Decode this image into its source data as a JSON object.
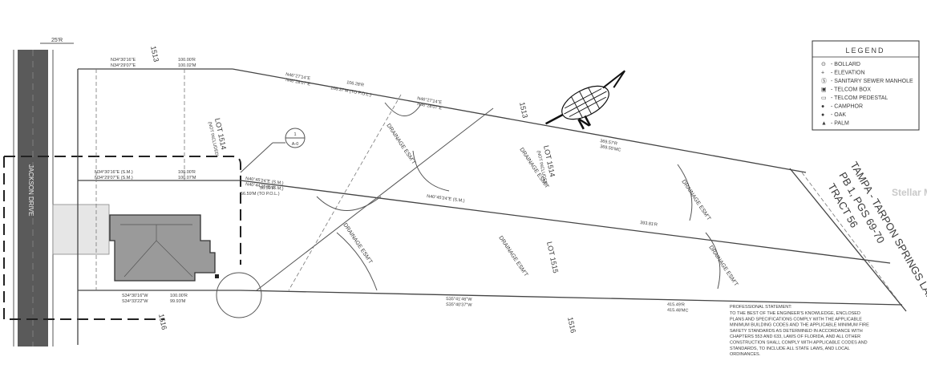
{
  "legend": {
    "title": "LEGEND",
    "items": [
      {
        "symbol": "⊙",
        "label": "- BOLLARD",
        "icon": "bollard-icon"
      },
      {
        "symbol": "+",
        "label": "- ELEVATION",
        "icon": "elevation-icon"
      },
      {
        "symbol": "Ⓢ",
        "label": "- SANITARY SEWER MANHOLE",
        "icon": "manhole-icon"
      },
      {
        "symbol": "▣",
        "label": "- TELCOM BOX",
        "icon": "telcom-box-icon"
      },
      {
        "symbol": "▭",
        "label": "- TELCOM PEDESTAL",
        "icon": "telcom-pedestal-icon"
      },
      {
        "symbol": "●",
        "label": "- CAMPHOR",
        "icon": "camphor-icon"
      },
      {
        "symbol": "●",
        "label": "- OAK",
        "icon": "oak-icon"
      },
      {
        "symbol": "▲",
        "label": "- PALM",
        "icon": "palm-icon"
      }
    ]
  },
  "road": {
    "name": "JACKSON DRIVE",
    "width": "25'R"
  },
  "lots": {
    "lot_1513_top": "1513",
    "lot_1513_right": "1513",
    "lot_1514": "LOT 1514",
    "lot_1514_note": "(NOT INCLUDED)",
    "lot_1515": "LOT 1515",
    "lot_1516_left": "1516",
    "lot_1516_right": "1516",
    "lot_1514_small": "LOT 1514",
    "lot_1514_small_note": "(NOT INCLUDED)"
  },
  "bearings": {
    "b1": "N34°30'16\"E",
    "b2": "N34°29'07\"E",
    "b3": "N46°27'14\"E",
    "b4": "N46°28'07\"E",
    "b5": "N34°30'16\"E (S.M.)",
    "b6": "N34°29'07\"E (S.M.)",
    "b7": "N40°45'24\"E (S.M.)",
    "b8": "N40°44'25\"E (S.M.)",
    "b9": "N40°45'24\"E (S.M.)",
    "b10": "S34°30'16\"W",
    "b11": "S34°33'22\"W",
    "b12": "S35°41'46\"W",
    "b13": "S35°40'37\"W",
    "b14": "N46°27'14\"E",
    "b15": "N46°28'07\"E"
  },
  "distances": {
    "d1": "100.00'R",
    "d2": "100.02'M",
    "d3": "106.28'R",
    "d4": "106.37'M (TO P.O.L.)",
    "d5": "100.00'R",
    "d6": "100.07'M",
    "d7": "56.59'R",
    "d8": "56.59'M (TO P.O.L.)",
    "d9": "369.57'R",
    "d10": "369.55'MC",
    "d11": "393.81'R",
    "d12": "100.00'R",
    "d13": "99.93'M",
    "d14": "415.49'R",
    "d15": "415.48'MC"
  },
  "easements": {
    "e1": "DRAINAGE ESM'T",
    "e2": "DRAINAGE ESM'T",
    "e3": "DRAINAGE ESM'T",
    "e4": "DRAINAGE ESM'T",
    "e5": "DRAINAGE ESM'T",
    "e6": "DRAINAGE ESM'T"
  },
  "tract": {
    "line1": "TAMPA - TARPON SPRINGS LAND Co.",
    "line2": "PB 1, PGS 69-70",
    "line3": "TRACT 56"
  },
  "callout": {
    "top": "1",
    "bottom": "A-0"
  },
  "statement": {
    "title": "PROFESSIONAL STATEMENT:",
    "lines": [
      "TO THE BEST OF THE ENGINEER'S KNOWLEDGE, ENCLOSED",
      "PLANS AND SPECIFICATIONS COMPLY WITH THE APPLICABLE",
      "MINIMUM BUILDING CODES AND THE APPLICABLE MINIMUM FIRE",
      "SAFETY STANDARDS AS DETERMINED IN ACCORDANCE WITH",
      "CHAPTERS 553 AND 633, LAWS OF FLORIDA, AND ALL OTHER",
      "CONSTRUCTION SHALL COMPLY WITH APPLICABLE CODES AND",
      "STANDARDS, TO INCLUDE ALL STATE LAWS, AND LOCAL",
      "ORDINANCES."
    ]
  },
  "watermark": "Stellar MLS",
  "colors": {
    "line": "#444444",
    "road": "#5a5a5a",
    "roof": "#9a9a9a",
    "paper": "#ffffff"
  }
}
